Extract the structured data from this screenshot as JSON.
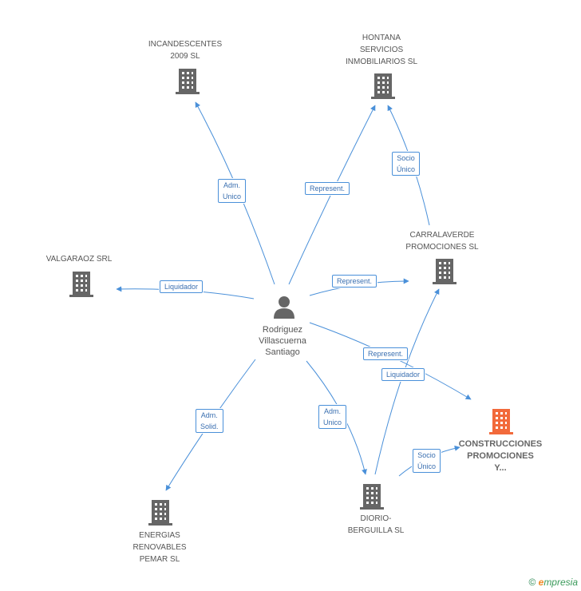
{
  "colors": {
    "edge": "#4a90d9",
    "building": "#666666",
    "focus_building": "#f26a3b",
    "person": "#666666"
  },
  "person": {
    "label": "Rodriguez\nVillascuerna\nSantiago",
    "icon": "person-icon"
  },
  "companies": {
    "incandescentes": "INCANDESCENTES\n2009 SL",
    "hontana": "HONTANA\nSERVICIOS\nINMOBILIARIOS SL",
    "carralaverde": "CARRALAVERDE\nPROMOCIONES SL",
    "valgaraoz": "VALGARAOZ SRL",
    "construcciones": "CONSTRUCCIONES\nPROMOCIONES\nY...",
    "diorio": "DIORIO-\nBERGUILLA SL",
    "energias": "ENERGIAS\nRENOVABLES\nPEMAR SL"
  },
  "relations": {
    "adm_unico_1": "Adm.\nUnico",
    "represent_hontana": "Represent.",
    "socio_unico_hontana": "Socio\nÚnico",
    "liquidador_valgaraoz": "Liquidador",
    "represent_carralaverde": "Represent.",
    "represent_construcciones": "Represent.",
    "liquidador_carralaverde": "Liquidador",
    "adm_solid": "Adm.\nSolid.",
    "adm_unico_2": "Adm.\nUnico",
    "socio_unico_construcciones": "Socio\nÚnico"
  },
  "footer": {
    "copyright": "©",
    "brand_initial": "e",
    "brand_rest": "mpresia"
  }
}
